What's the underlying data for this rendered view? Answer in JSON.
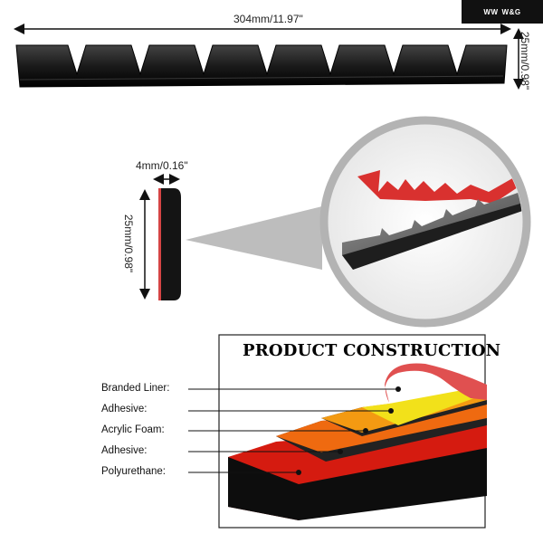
{
  "brand": {
    "name": "W&G",
    "mark": "WW"
  },
  "strip": {
    "length_label": "304mm/11.97\"",
    "height_label": "25mm/0.98\""
  },
  "profile": {
    "thickness_label": "4mm/0.16\"",
    "height_label": "25mm/0.98\""
  },
  "construction": {
    "title": "PRODUCT CONSTRUCTION",
    "layers": [
      {
        "label": "Branded Liner:",
        "color": "#e05050"
      },
      {
        "label": "Adhesive:",
        "color": "#f2e11a"
      },
      {
        "label": "Acrylic Foam:",
        "color": "#f39a12"
      },
      {
        "label": "Adhesive:",
        "color": "#ef6a10"
      },
      {
        "label": "Polyurethane:",
        "color": "#d51b10"
      }
    ]
  }
}
